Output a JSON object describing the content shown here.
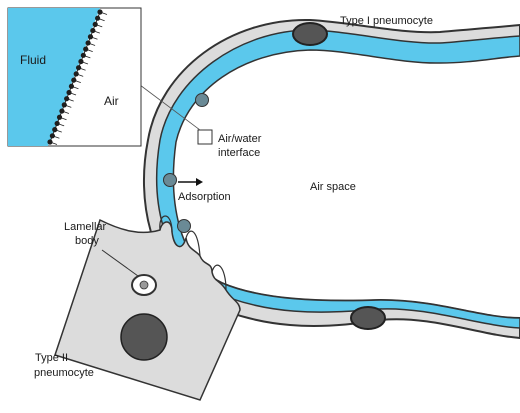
{
  "labels": {
    "fluid": "Fluid",
    "air": "Air",
    "type1": "Type I pneumocyte",
    "air_water_line1": "Air/water",
    "air_water_line2": "interface",
    "adsorption": "Adsorption",
    "air_space": "Air space",
    "lamellar_line1": "Lamellar",
    "lamellar_line2": "body",
    "type2_line1": "Type II",
    "type2_line2": "pneumocyte"
  },
  "colors": {
    "fluid": "#5bc8ec",
    "cell_gray": "#dcdcdc",
    "outline": "#333333",
    "nucleus": "#555555",
    "surfactant_head": "#1e1e1e"
  }
}
